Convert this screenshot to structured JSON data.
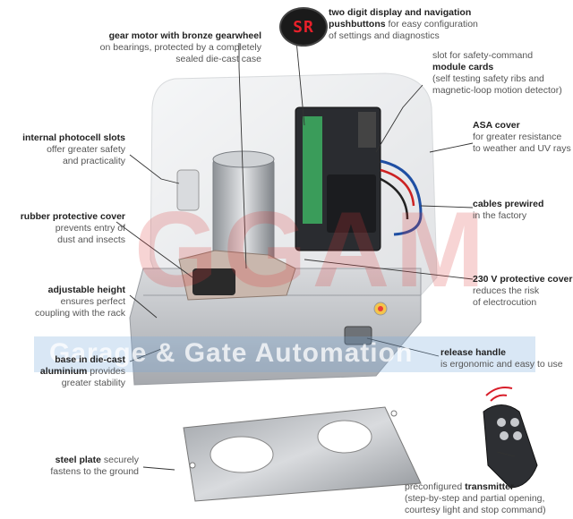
{
  "display": {
    "digits": "SR"
  },
  "watermark": {
    "logo": "GGAM",
    "tagline": "Garage & Gate Automation"
  },
  "callouts": {
    "gear_motor": {
      "bold": "gear motor with bronze gearwheel",
      "rest1": "on bearings, protected by a completely",
      "rest2": "sealed die-cast case"
    },
    "digit_display": {
      "bold1": "two digit display and navigation",
      "bold2": "pushbuttons",
      "rest1": " for easy configuration",
      "rest2": "of settings and diagnostics"
    },
    "module_cards": {
      "rest0": "slot for safety-command",
      "bold": "module cards",
      "rest1": "(self testing safety ribs and",
      "rest2": "magnetic-loop motion detector)"
    },
    "photocell": {
      "bold": "internal photocell slots",
      "rest1": "offer greater safety",
      "rest2": "and practicality"
    },
    "asa_cover": {
      "bold": "ASA cover",
      "rest1": "for greater resistance",
      "rest2": "to weather and UV rays"
    },
    "rubber_cover": {
      "bold": "rubber protective cover",
      "rest1": "prevents entry of",
      "rest2": "dust and insects"
    },
    "cables": {
      "bold": "cables prewired",
      "rest1": "in the factory"
    },
    "height": {
      "bold": "adjustable height",
      "rest1": "ensures perfect",
      "rest2": "coupling with the rack"
    },
    "protective_cover": {
      "bold": "230 V protective cover",
      "rest1": "reduces the risk",
      "rest2": "of electrocution"
    },
    "base": {
      "bold1": "base in die-cast",
      "bold2": "aluminium",
      "rest1": " provides",
      "rest2": "greater stability"
    },
    "release_handle": {
      "bold": "release handle",
      "rest1": "is ergonomic and easy to use"
    },
    "steel_plate": {
      "bold": "steel plate",
      "rest0": " securely",
      "rest1": "fastens to the ground"
    },
    "transmitter": {
      "rest0": "preconfigured ",
      "bold": "transmitter",
      "rest1": "(step-by-step and partial opening,",
      "rest2": "courtesy light and stop command)"
    }
  },
  "colors": {
    "accent_red": "#d81e2a",
    "leader": "#333333",
    "label_text": "#555555"
  }
}
